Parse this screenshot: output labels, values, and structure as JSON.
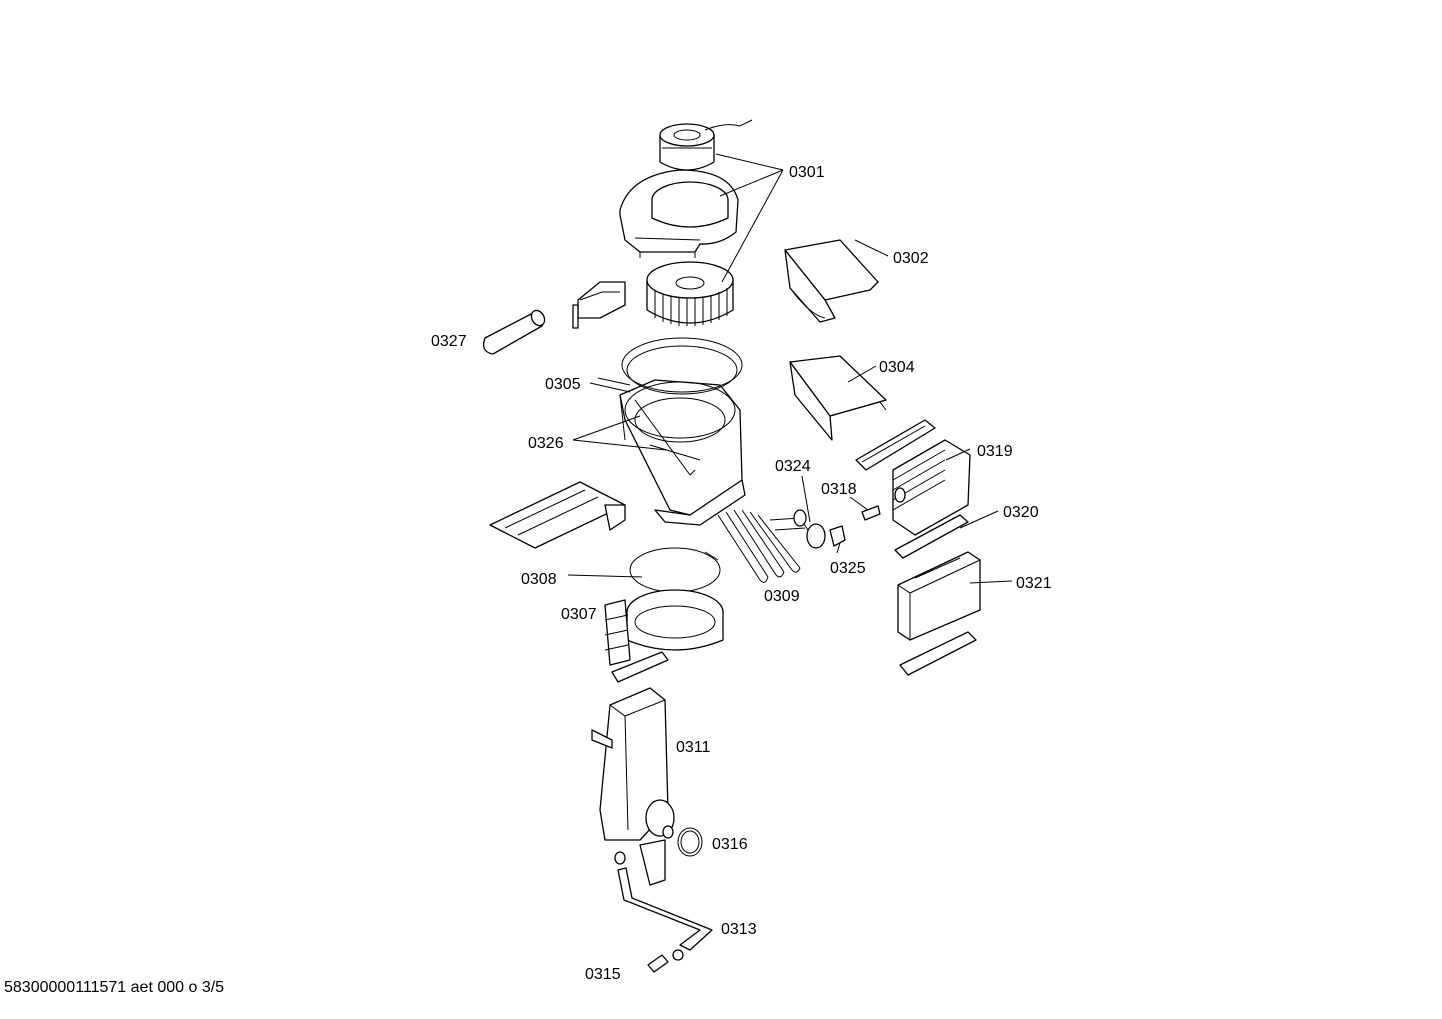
{
  "footer": "58300000111571 aet 000 o 3/5",
  "labels": {
    "p0301": "0301",
    "p0302": "0302",
    "p0304": "0304",
    "p0305": "0305",
    "p0307": "0307",
    "p0308": "0308",
    "p0309": "0309",
    "p0311": "0311",
    "p0313": "0313",
    "p0315": "0315",
    "p0316": "0316",
    "p0318": "0318",
    "p0319": "0319",
    "p0320": "0320",
    "p0321": "0321",
    "p0324": "0324",
    "p0325": "0325",
    "p0326": "0326",
    "p0327": "0327"
  }
}
